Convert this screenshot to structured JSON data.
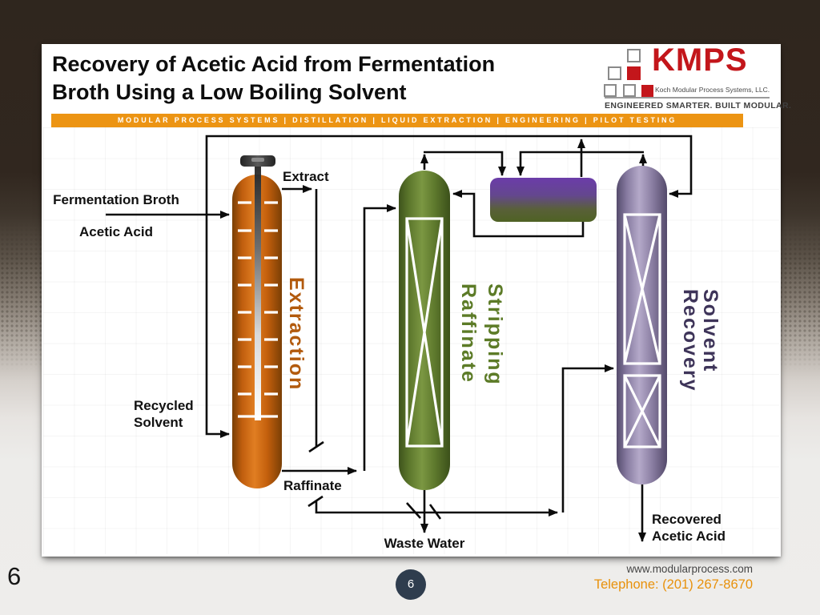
{
  "page": {
    "background_page_number": "6",
    "footer": {
      "slide_badge": "6",
      "website": "www.modularprocess.com",
      "telephone": "Telephone: (201) 267-8670"
    }
  },
  "slide": {
    "title": {
      "line1": "Recovery of Acetic Acid from Fermentation",
      "line2": "Broth Using a Low Boiling Solvent"
    },
    "banner_text": "MODULAR PROCESS SYSTEMS | DISTILLATION | LIQUID EXTRACTION | ENGINEERING | PILOT TESTING",
    "logo": {
      "acronym": "KMPS",
      "company": "Koch Modular Process Systems, LLC.",
      "tagline": "ENGINEERED SMARTER. BUILT MODULAR."
    },
    "diagram": {
      "equipment": {
        "extraction_label": "Extraction",
        "stripping_word_left": "Raffinate",
        "stripping_word_right": "Stripping",
        "recovery_word_left": "Recovery",
        "recovery_word_right": "Solvent"
      },
      "streams": {
        "feed_name": "Fermentation Broth",
        "feed_component": "Acetic Acid",
        "extract": "Extract",
        "recycled_line1": "Recycled",
        "recycled_line2": "Solvent",
        "raffinate": "Raffinate",
        "waste_water": "Waste Water",
        "recovered_line1": "Recovered",
        "recovered_line2": "Acetic Acid"
      },
      "colors": {
        "extraction_column": "#C2600E",
        "extraction_label": "#B25A0D",
        "stripping_column": "#66802F",
        "stripping_label": "#5C7B27",
        "recovery_column": "#9A8DB5",
        "recovery_label": "#3E3459",
        "decanter_top": "#6B3CA9",
        "decanter_bottom": "#50621F",
        "pipe_line": "#0B0B0B"
      }
    },
    "accent": {
      "banner_orange": "#EC9413",
      "kmps_red": "#C3161B",
      "telephone_orange": "#E8910B",
      "badge_navy": "#2F3D4E"
    }
  }
}
